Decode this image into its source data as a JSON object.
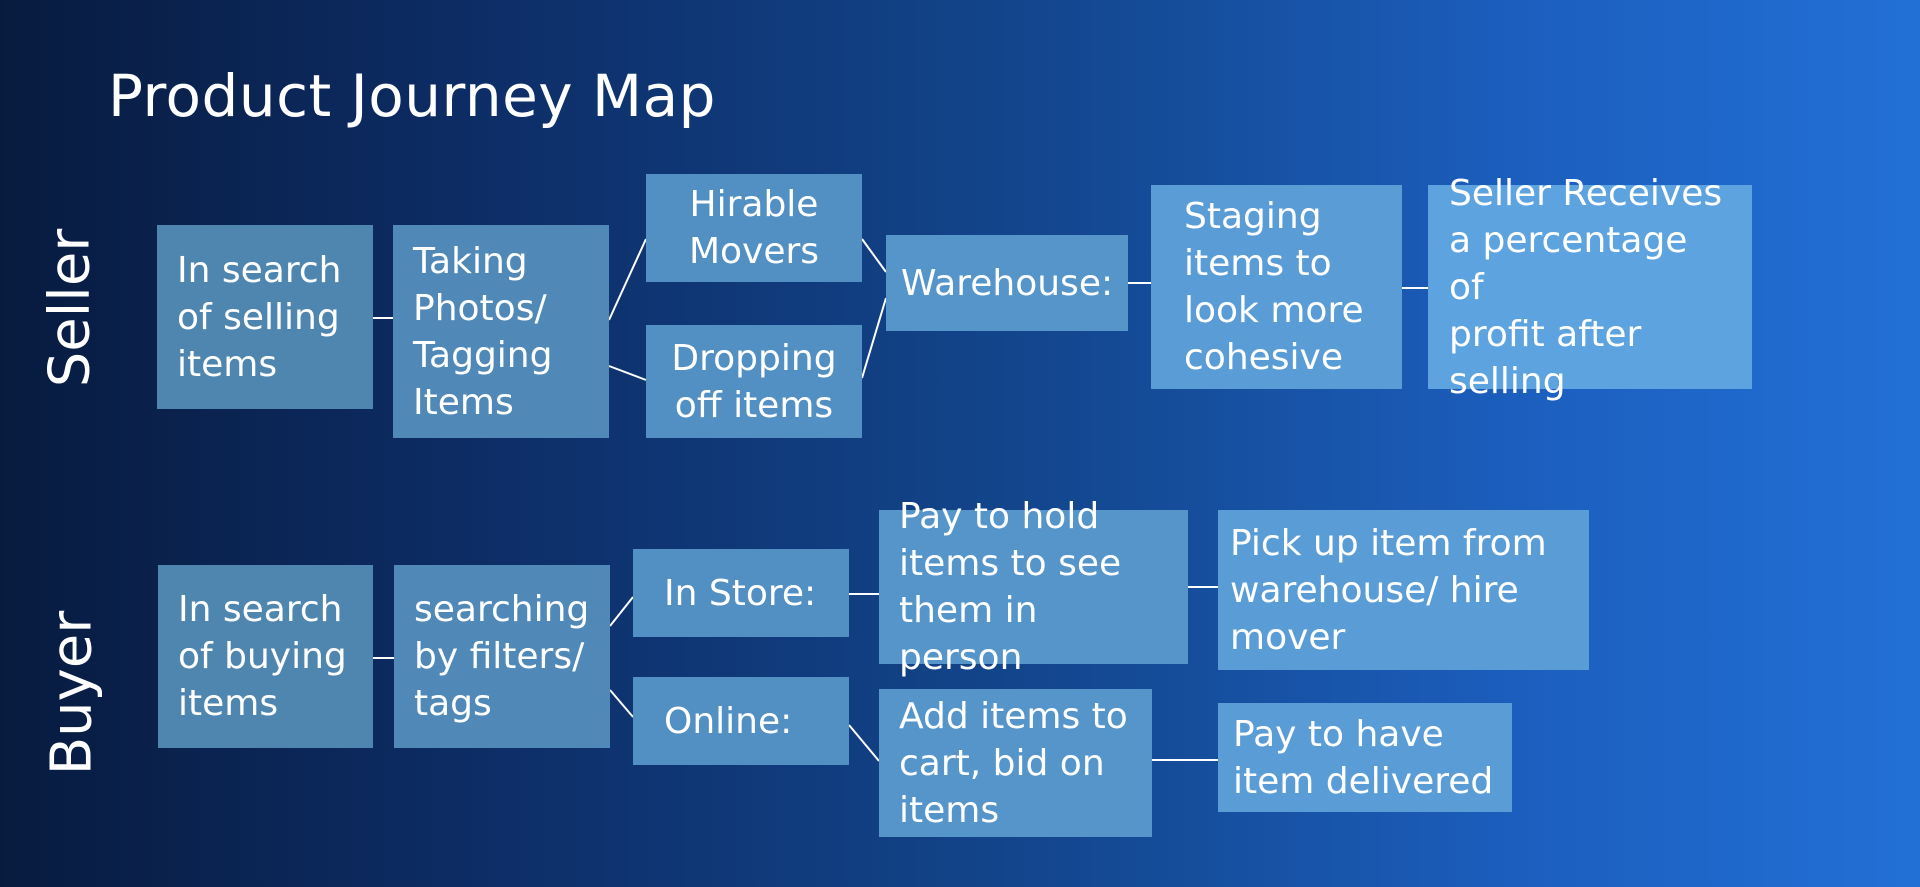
{
  "title": "Product Journey Map",
  "lanes": {
    "seller": "Seller",
    "buyer": "Buyer"
  },
  "seller": {
    "step1": "In search\nof selling\nitems",
    "step2": "Taking\nPhotos/\nTagging\nItems",
    "step3a": "Hirable\nMovers",
    "step3b": "Dropping\noff items",
    "step4": "Warehouse:",
    "step5": "Staging\nitems to\nlook more\ncohesive",
    "step6": "Seller Receives\na percentage of\nprofit after\nselling"
  },
  "buyer": {
    "step1": "In search\nof buying\nitems",
    "step2": "searching\nby filters/\ntags",
    "step3a": "In Store:",
    "step3b": "Online:",
    "step4a": "Pay to hold\nitems to see\nthem in person",
    "step4b": "Add items to\ncart, bid on\nitems",
    "step5a": "Pick up  item from\nwarehouse/ hire\nmover",
    "step5b": "Pay to have\nitem delivered"
  }
}
